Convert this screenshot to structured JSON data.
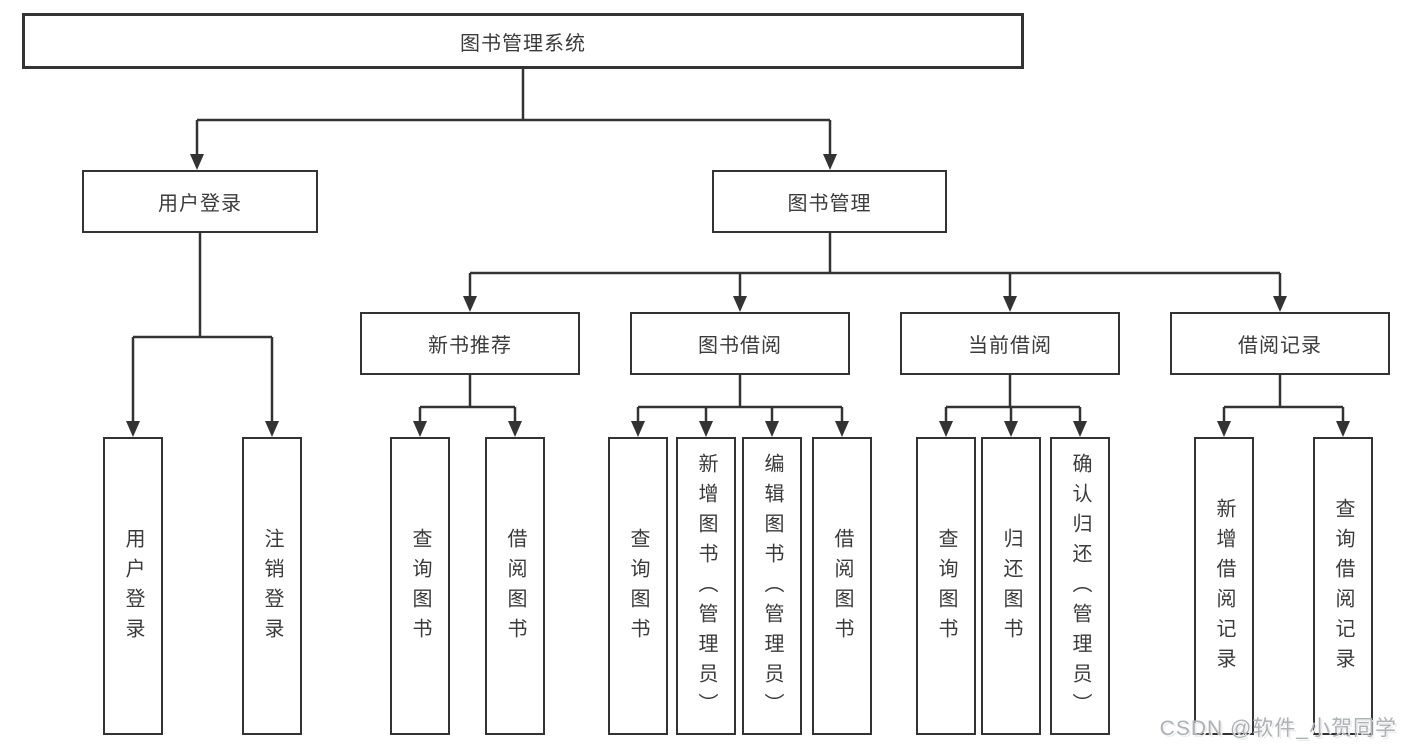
{
  "diagram": {
    "tree": {
      "label": "图书管理系统",
      "children": [
        {
          "label": "用户登录",
          "children": [
            {
              "label": "用户登录"
            },
            {
              "label": "注销登录"
            }
          ]
        },
        {
          "label": "图书管理",
          "children": [
            {
              "label": "新书推荐",
              "children": [
                {
                  "label": "查询图书"
                },
                {
                  "label": "借阅图书"
                }
              ]
            },
            {
              "label": "图书借阅",
              "children": [
                {
                  "label": "查询图书"
                },
                {
                  "label": "新增图书（管理员）"
                },
                {
                  "label": "编辑图书（管理员）"
                },
                {
                  "label": "借阅图书"
                }
              ]
            },
            {
              "label": "当前借阅",
              "children": [
                {
                  "label": "查询图书"
                },
                {
                  "label": "归还图书"
                },
                {
                  "label": "确认归还（管理员）"
                }
              ]
            },
            {
              "label": "借阅记录",
              "children": [
                {
                  "label": "新增借阅记录"
                },
                {
                  "label": "查询借阅记录"
                }
              ]
            }
          ]
        }
      ]
    }
  },
  "watermark": "CSDN @软件_小贺同学",
  "colors": {
    "line": "#333333",
    "text": "#3b3b3b",
    "watermark": "#aeb2b6",
    "background": "#ffffff"
  }
}
